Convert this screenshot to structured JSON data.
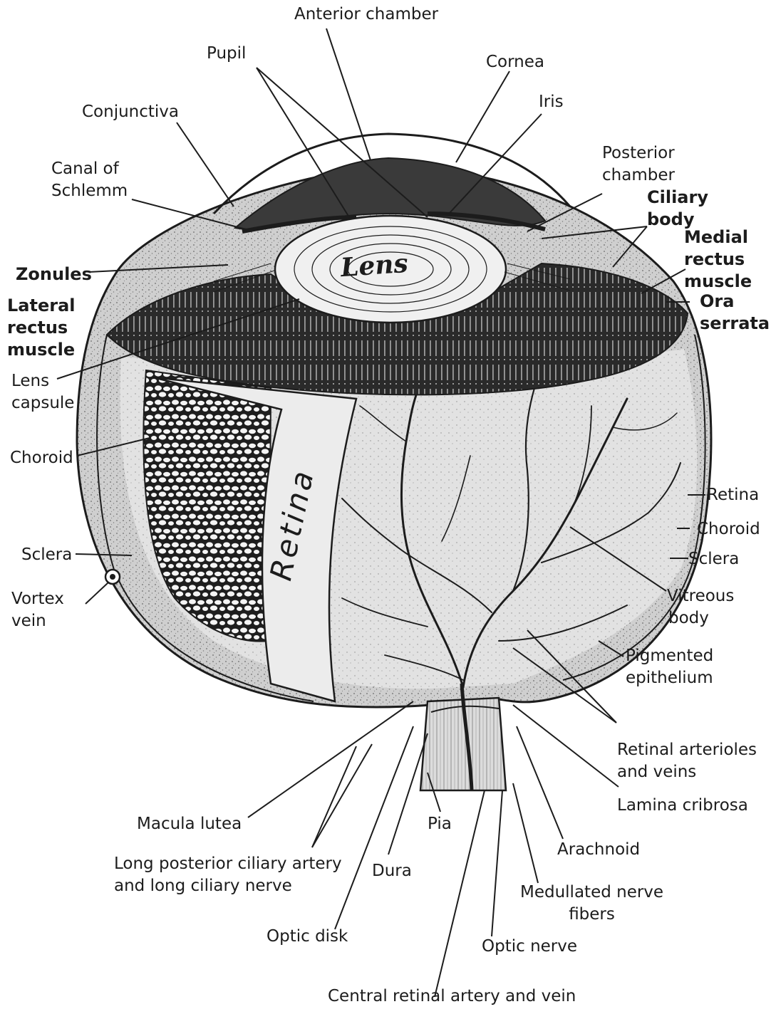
{
  "labels": {
    "anterior_chamber": "Anterior chamber",
    "pupil": "Pupil",
    "cornea": "Cornea",
    "conjunctiva": "Conjunctiva",
    "iris": "Iris",
    "canal_of_schlemm": [
      "Canal of",
      "Schlemm"
    ],
    "posterior_chamber": [
      "Posterior",
      "chamber"
    ],
    "ciliary_body": [
      "Ciliary",
      "body"
    ],
    "medial_rectus_muscle": [
      "Medial",
      "rectus",
      "muscle"
    ],
    "zonules": "Zonules",
    "lateral_rectus_muscle": [
      "Lateral",
      "rectus",
      "muscle"
    ],
    "ora_serrata": [
      "Ora",
      "serrata"
    ],
    "lens": "Lens",
    "lens_capsule": [
      "Lens",
      "capsule"
    ],
    "choroid_left": "Choroid",
    "retina_inner": "Retina",
    "retina_right": "Retina",
    "choroid_right": "Choroid",
    "sclera_left": "Sclera",
    "sclera_right": "Sclera",
    "vortex_vein": [
      "Vortex",
      "vein"
    ],
    "vitreous_body": [
      "Vitreous",
      "body"
    ],
    "pigmented_epithelium": [
      "Pigmented",
      "epithelium"
    ],
    "retinal_arterioles_and_veins": [
      "Retinal arterioles",
      "and veins"
    ],
    "lamina_cribrosa": "Lamina cribrosa",
    "macula_lutea": "Macula lutea",
    "pia": "Pia",
    "arachnoid": "Arachnoid",
    "long_posterior_ciliary_artery": [
      "Long posterior ciliary artery",
      "and long ciliary nerve"
    ],
    "dura": "Dura",
    "medullated_nerve_fibers": [
      "Medullated nerve",
      "fibers"
    ],
    "optic_disk": "Optic disk",
    "optic_nerve": "Optic nerve",
    "central_retinal_artery_and_vein": "Central retinal artery and vein"
  },
  "colors": {
    "ink": "#1c1c1c",
    "chamber_fill": "#3a3a3a",
    "sclera_fill": "#d8d8d8",
    "vitreous_fill": "#c4c4c4",
    "retina_flap": "#ececec",
    "ciliary_dark": "#2e2e2e"
  }
}
